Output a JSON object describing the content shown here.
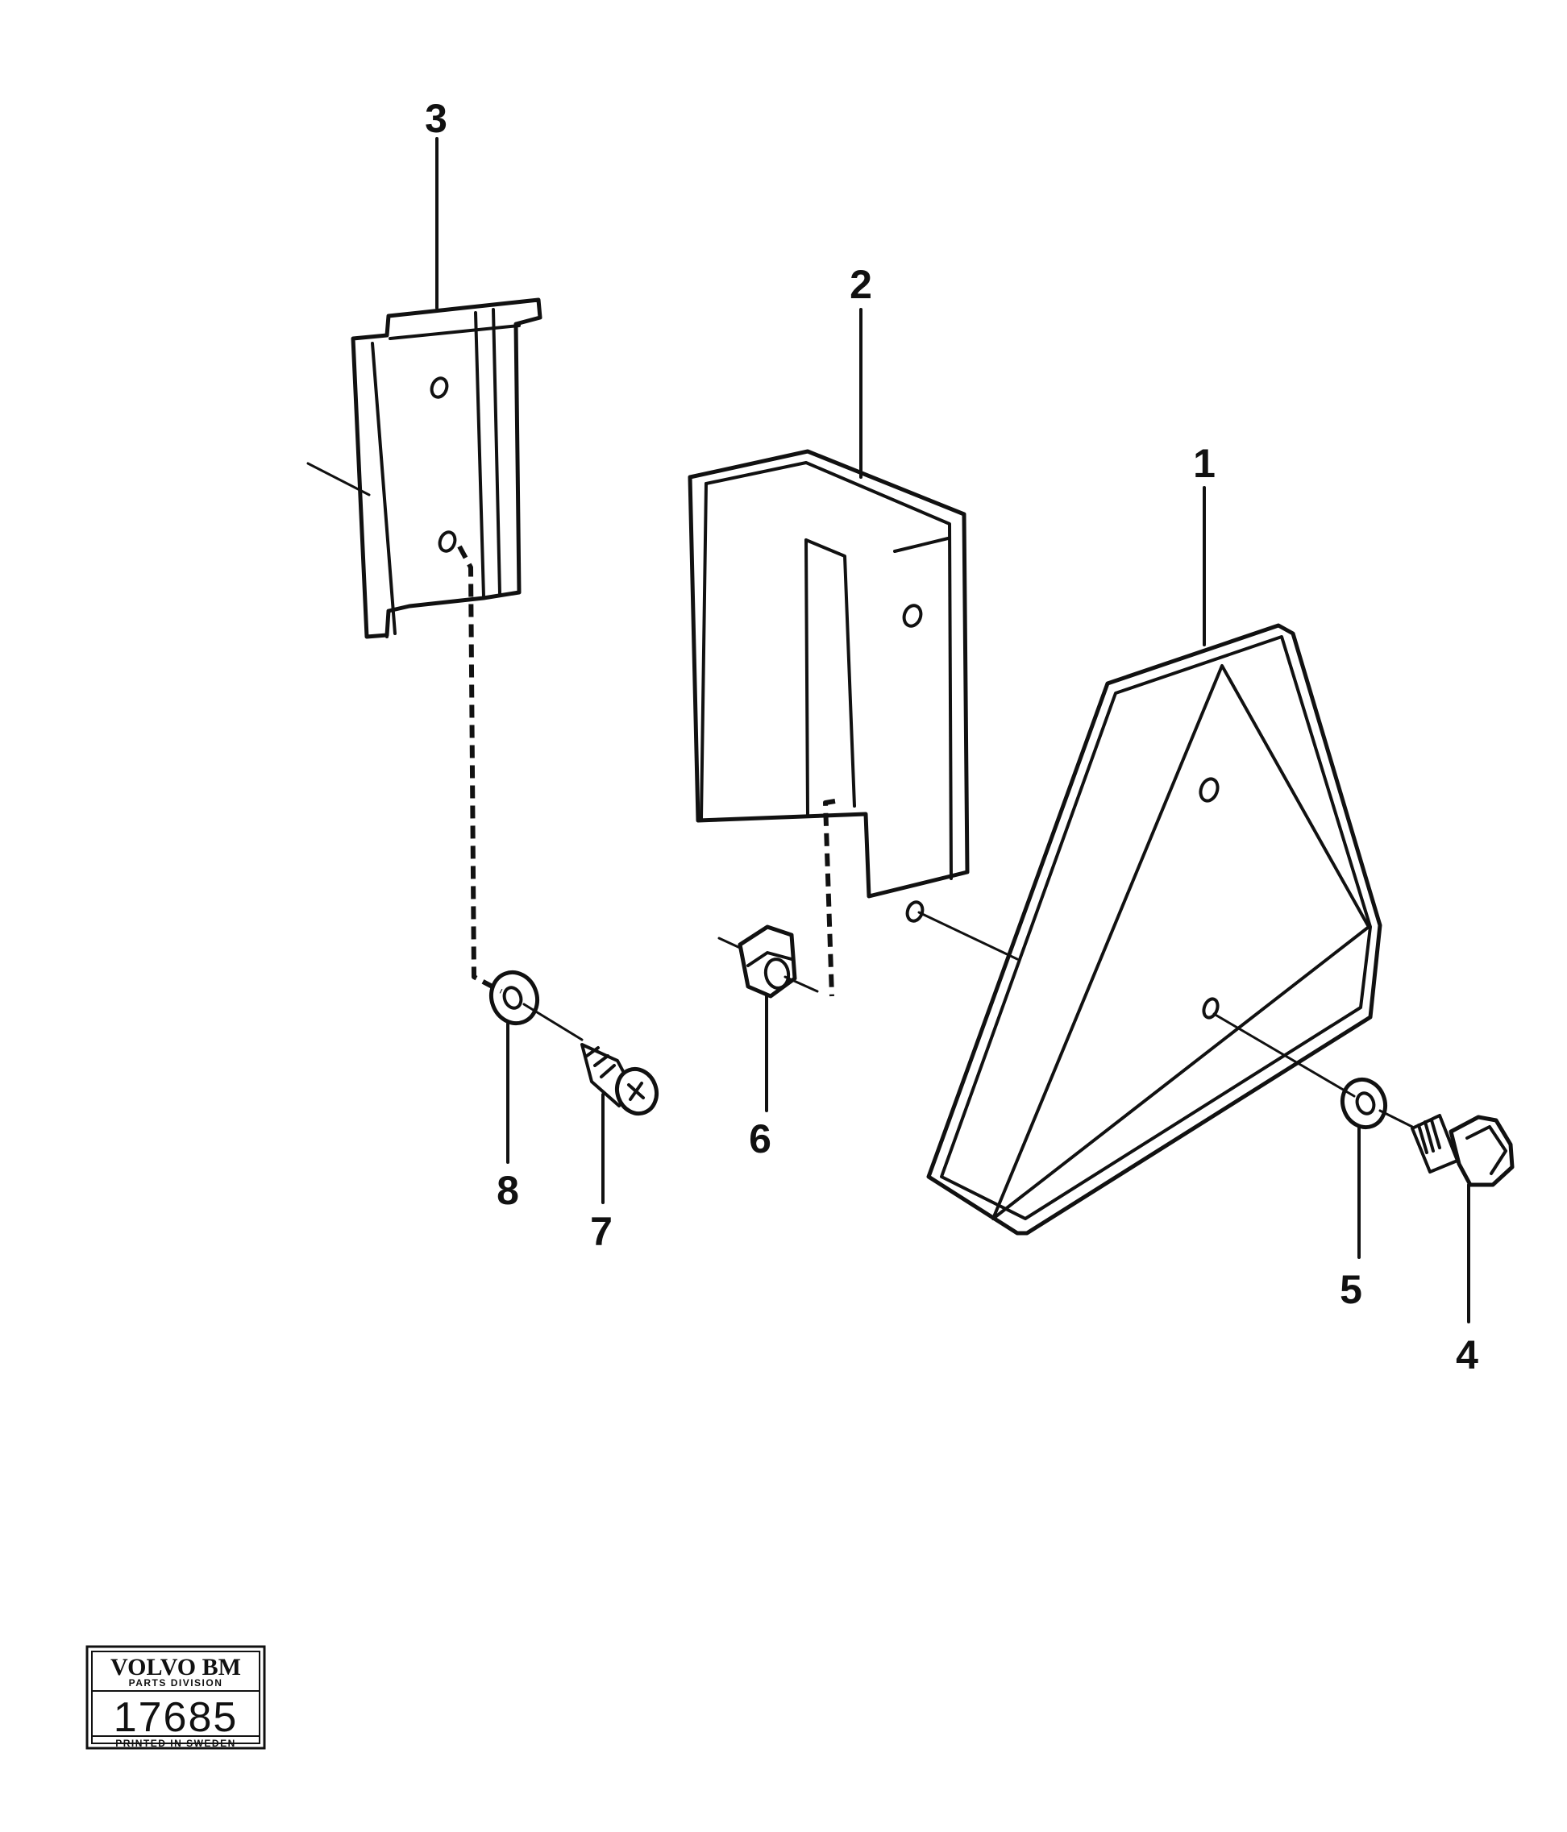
{
  "diagram": {
    "callouts": [
      "1",
      "2",
      "3",
      "4",
      "5",
      "6",
      "7",
      "8"
    ]
  },
  "stamp": {
    "brand": "VOLVO BM",
    "division": "PARTS DIVISION",
    "number": "17685",
    "footer": "PRINTED IN SWEDEN"
  },
  "colors": {
    "ink": "#111111",
    "paper": "#ffffff"
  }
}
